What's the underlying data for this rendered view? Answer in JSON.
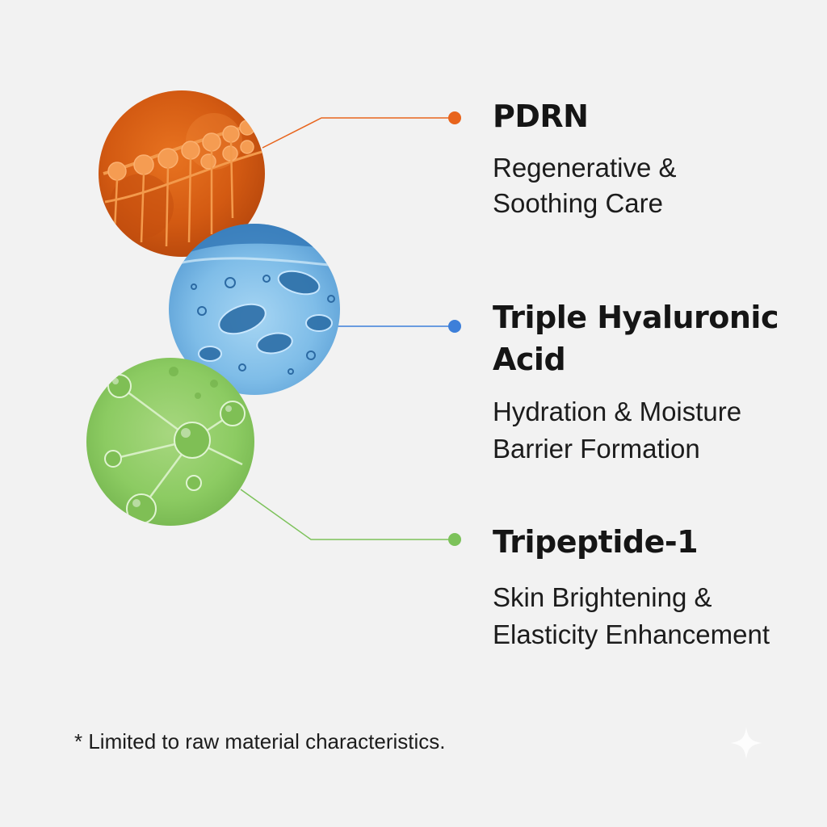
{
  "ingredients": [
    {
      "name": "PDRN",
      "description_line1": "Regenerative &",
      "description_line2": "Soothing Care",
      "color": "#E8641C",
      "image_icon": "dna-helix-icon"
    },
    {
      "name_line1": "Triple Hyaluronic",
      "name_line2": "Acid",
      "description_line1": "Hydration & Moisture",
      "description_line2": "Barrier Formation",
      "color": "#3D7FD9",
      "image_icon": "water-bubbles-icon"
    },
    {
      "name": "Tripeptide-1",
      "description_line1": "Skin Brightening &",
      "description_line2": "Elasticity Enhancement",
      "color": "#7CC25A",
      "image_icon": "molecule-icon"
    }
  ],
  "footnote": "* Limited to raw material characteristics."
}
